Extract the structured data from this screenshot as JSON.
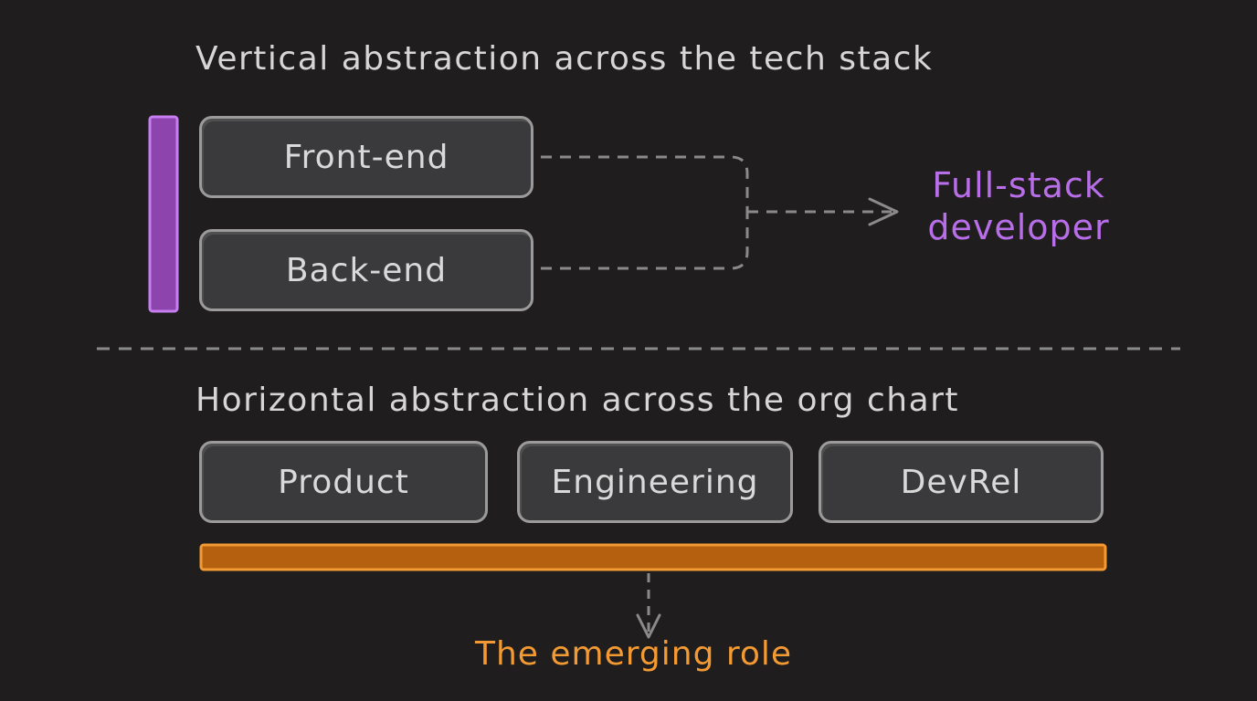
{
  "diagram": {
    "top": {
      "title": "Vertical abstraction across the tech stack",
      "boxes": [
        "Front-end",
        "Back-end"
      ],
      "result": [
        "Full-stack",
        "developer"
      ]
    },
    "bottom": {
      "title": "Horizontal abstraction across the org chart",
      "boxes": [
        "Product",
        "Engineering",
        "DevRel"
      ],
      "result": "The emerging role"
    }
  },
  "colors": {
    "background": "#201d1e",
    "box_fill": "#3a3a3c",
    "box_border": "#9b9b9b",
    "text": "#d6d6d6",
    "purple_accent": "#8e44ad",
    "orange_accent": "#b5600f",
    "dashed_line": "#8a8a8a"
  }
}
